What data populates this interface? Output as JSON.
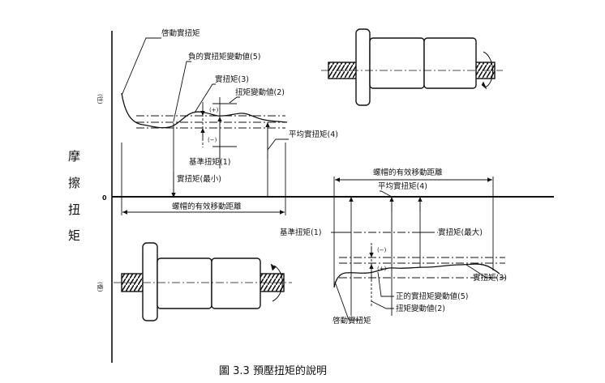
{
  "axis": {
    "ylabel_chars": [
      "摩",
      "擦",
      "扭",
      "矩"
    ],
    "forward": "(往)",
    "backward": "(復)",
    "zero": "0"
  },
  "upper": {
    "start_torque": "啓動實扭矩",
    "neg_variation": "負的實扭矩變動値(5)",
    "actual_torque": "實扭矩(3)",
    "variation": "扭矩變動値(2)",
    "plus": "(+)",
    "minus": "(−)",
    "reference": "基準扭矩(1)",
    "average": "平均實扭矩(4)",
    "actual_min": "實扭矩(最小)",
    "stroke": "螺帽的有效移動距離"
  },
  "lower": {
    "stroke": "螺帽的有效移動距離",
    "average": "平均實扭矩(4)",
    "reference": "基準扭矩(1)",
    "actual_max": "實扭矩(最大)",
    "minus": "(−)",
    "plus": "(+)",
    "actual_torque": "實扭矩(3)",
    "pos_variation": "正的實扭矩變動値(5)",
    "variation": "扭矩變動値(2)",
    "start_torque": "啓動實扭矩"
  },
  "caption": "圖 3.3  預壓扭矩的說明"
}
